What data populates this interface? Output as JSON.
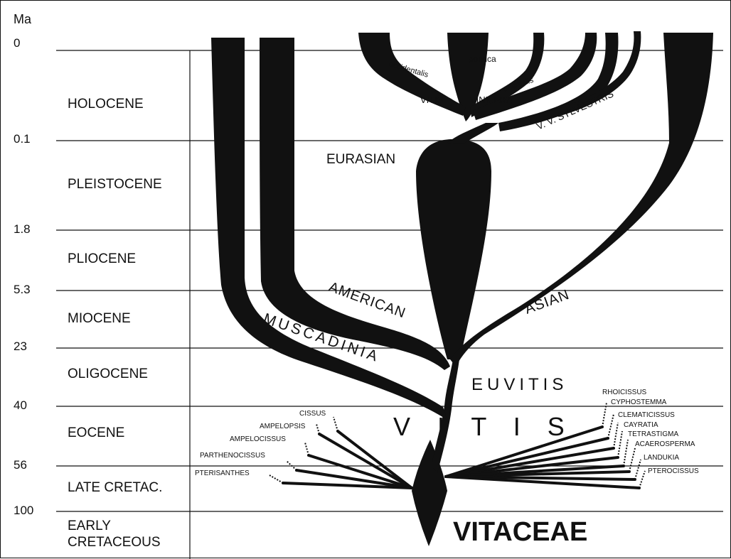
{
  "axis_title": "Ma",
  "ages": [
    "0",
    "0.1",
    "1.8",
    "5.3",
    "23",
    "40",
    "56",
    "100"
  ],
  "epochs": {
    "holocene": "HOLOCENE",
    "pleistocene": "PLEISTOCENE",
    "pliocene": "PLIOCENE",
    "miocene": "MIOCENE",
    "oligocene": "OLIGOCENE",
    "eocene": "EOCENE",
    "late_cretaceous": "LATE CRETAC.",
    "early_cretaceous_line1": "EARLY",
    "early_cretaceous_line2": "CRETACEOUS"
  },
  "lineages": {
    "occidentalis": "occidentalis",
    "pontica": "pontica",
    "orientalis": "orientalis",
    "vitis_word": "VITIS",
    "vinifera_word": "VINIFERA",
    "sylvestris": "V. V. SYLVESTRIS",
    "eurasian": "EURASIAN",
    "american": "AMERICAN",
    "asian": "ASIAN",
    "muscadinia": "MUSCADINIA",
    "euvitis": "EUVITIS",
    "vitis": "V I T I S",
    "vitaceae": "VITACEAE"
  },
  "left_genera": {
    "cissus": "CISSUS",
    "ampelopsis": "AMPELOPSIS",
    "ampelocissus": "AMPELOCISSUS",
    "parthenocissus": "PARTHENOCISSUS",
    "pterisanthes": "PTERISANTHES"
  },
  "right_genera": {
    "rhoicissus": "RHOICISSUS",
    "cyphostemma": "CYPHOSTEMMA",
    "clematicissus": "CLEMATICISSUS",
    "cayratia": "CAYRATIA",
    "tetrastigma": "TETRASTIGMA",
    "acaerosperma": "ACAEROSPERMA",
    "landukia": "LANDUKIA",
    "pterocissus": "PTEROCISSUS"
  },
  "colors": {
    "ink": "#111111",
    "background": "#ffffff"
  }
}
